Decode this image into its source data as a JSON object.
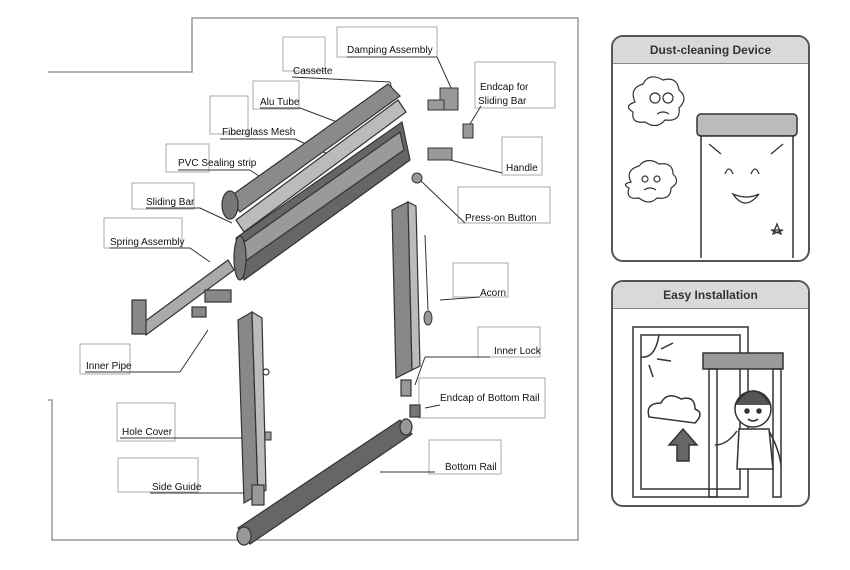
{
  "diagram": {
    "labels": {
      "cassette": "Cassette",
      "damping_assembly": "Damping Assembly",
      "endcap_sliding_bar_1": "Endcap for",
      "endcap_sliding_bar_2": "Sliding Bar",
      "alu_tube": "Alu Tube",
      "fiberglass_mesh": "Fiberglass Mesh",
      "handle": "Handle",
      "pvc_sealing_strip": "PVC Sealing strip",
      "sliding_bar": "Sliding Bar",
      "press_on_button": "Press-on Button",
      "spring_assembly": "Spring Assembly",
      "acorn": "Acorn",
      "inner_pipe": "Inner Pipe",
      "inner_lock": "Inner Lock",
      "endcap_bottom_rail": "Endcap of Bottom Rail",
      "hole_cover": "Hole Cover",
      "bottom_rail": "Bottom Rail",
      "side_guide": "Side Guide"
    }
  },
  "panels": {
    "dust_cleaning": {
      "title": "Dust-cleaning Device"
    },
    "easy_installation": {
      "title": "Easy Installation"
    }
  }
}
